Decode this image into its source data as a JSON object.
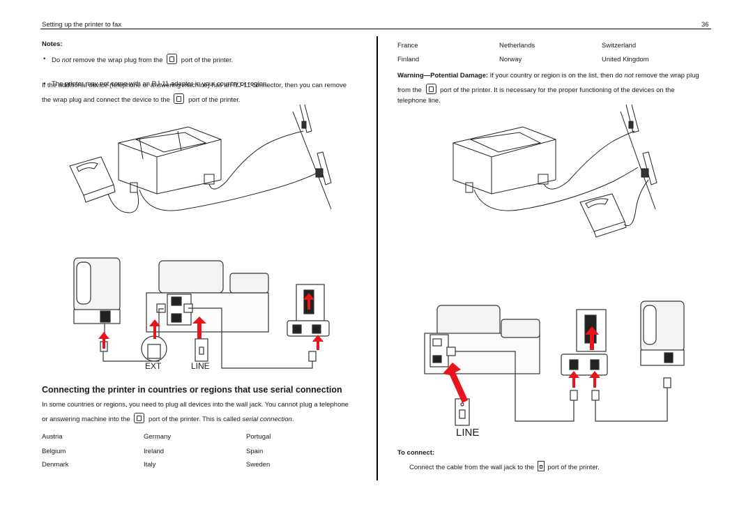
{
  "header": {
    "title": "Setting up the printer to fax",
    "page_number": "36"
  },
  "left": {
    "notes_title": "Notes:",
    "note1_pre": "Do ",
    "note1_em": "not",
    "note1_mid": " remove the wrap plug from the ",
    "note1_post": " port of the printer.",
    "note2": "The printer may not come with an RJ-11 adapter in your country or region.",
    "para1_line1": "If the additional device (telephone or answering machine) has an RJ-11 connector, then you can remove",
    "para1_line2_pre": "the wrap plug and connect the device to the ",
    "para1_line2_post": " port of the printer.",
    "fig2_ext": "EXT",
    "fig2_line": "LINE",
    "section_heading": "Connecting the printer in countries or regions that use serial connection",
    "serial_line1": "In some countries or regions, you need to plug all devices into the wall jack. You cannot plug a telephone",
    "serial_line2_pre": "or answering machine into the ",
    "serial_line2_mid": " port of the printer. This is called ",
    "serial_line2_em": "serial connection",
    "serial_line2_post": ".",
    "countries": [
      [
        "Austria",
        "Germany",
        "Portugal"
      ],
      [
        "Belgium",
        "Ireland",
        "Spain"
      ],
      [
        "Denmark",
        "Italy",
        "Sweden"
      ]
    ]
  },
  "right": {
    "countries": [
      [
        "France",
        "Netherlands",
        "Switzerland"
      ],
      [
        "Finland",
        "Norway",
        "United Kingdom"
      ]
    ],
    "warning_label": "Warning—Potential Damage:",
    "warning_mid": " If your country or region is on the list, then do ",
    "warning_em": "not",
    "warning_end": " remove the wrap plug",
    "warning_line2_pre": "from the ",
    "warning_line2_post": " port of the printer. It is necessary for the proper functioning of the devices on the",
    "warning_line3": "telephone line.",
    "fig4_line": "LINE",
    "to_connect_title": "To connect:",
    "to_connect_pre": "Connect the cable from the wall jack to the ",
    "to_connect_post": " port of the printer."
  },
  "colors": {
    "arrow": "#e8141b",
    "text": "#1a1a1a"
  }
}
